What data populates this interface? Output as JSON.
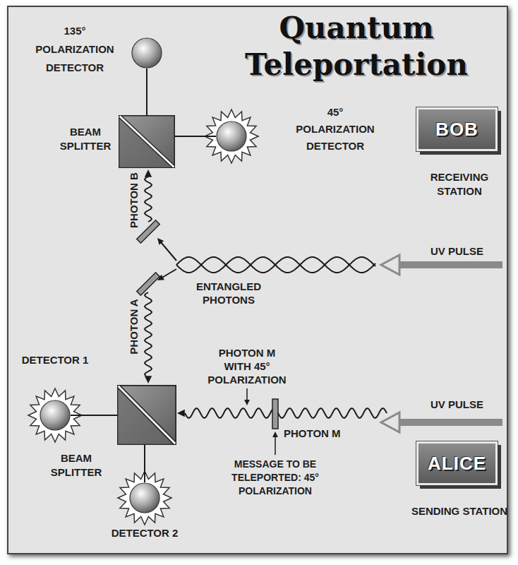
{
  "diagram": {
    "title": "Quantum Teleportation",
    "nodes": [
      {
        "text": [
          "135° POLARIZATION DETECTOR"
        ]
      },
      {
        "text": [
          "BEAM SPLITTER"
        ]
      },
      {
        "text": [
          "45° POLARIZATION DETECTOR"
        ]
      },
      {
        "text": [
          "BOB",
          "RECEIVING STATION"
        ]
      },
      {
        "text": [
          "DETECTOR 1"
        ]
      },
      {
        "text": [
          "BEAM SPLITTER"
        ]
      },
      {
        "text": [
          "DETECTOR 2"
        ]
      },
      {
        "text": [
          "ALICE",
          "SENDING STATION"
        ]
      }
    ],
    "edges": [
      {
        "from": 1,
        "to": 0,
        "arrow": "none"
      },
      {
        "from": 1,
        "to": 2,
        "arrow": "none"
      },
      {
        "from": 5,
        "to": 4,
        "arrow": "none"
      },
      {
        "from": 5,
        "to": 6,
        "arrow": "none"
      }
    ],
    "labels": [
      "UV PULSE",
      "ENTANGLED PHOTONS",
      "PHOTON B",
      "PHOTON A",
      "PHOTON M WITH 45° POLARIZATION",
      "UV PULSE",
      "PHOTON M",
      "MESSAGE TO BE TELEPORTED: 45° POLARIZATION"
    ]
  }
}
